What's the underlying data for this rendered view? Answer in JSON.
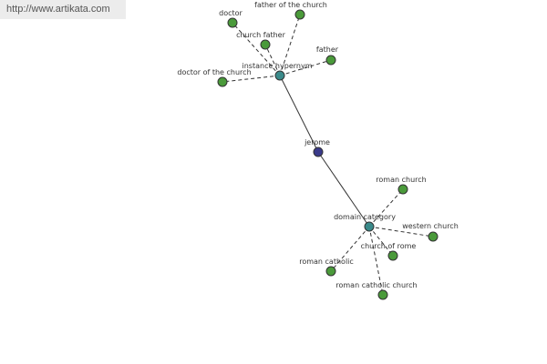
{
  "watermark": "http://www.artikata.com",
  "colors": {
    "leaf": "#4a9a3a",
    "hub": "#3a8a8a",
    "center": "#3a3a8a"
  },
  "diagram": {
    "center": {
      "label": "jerome"
    },
    "hubs": [
      {
        "label": "instance hypernym",
        "leaves": [
          "doctor",
          "father of the church",
          "church father",
          "father",
          "doctor of the church"
        ]
      },
      {
        "label": "domain category",
        "leaves": [
          "roman church",
          "western church",
          "church of rome",
          "roman catholic",
          "roman catholic church"
        ]
      }
    ]
  }
}
